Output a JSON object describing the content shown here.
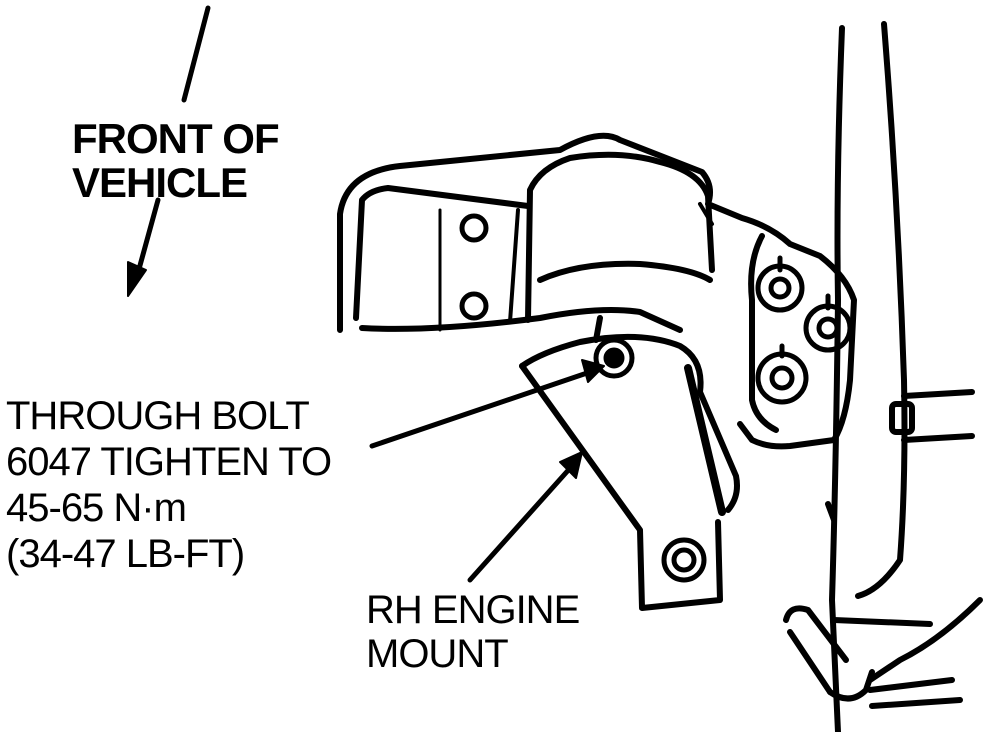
{
  "labels": {
    "front_of_vehicle": [
      "FRONT OF",
      "VEHICLE"
    ],
    "through_bolt": [
      "THROUGH BOLT",
      "6047 TIGHTEN TO",
      "45-65 N·m",
      "(34-47 LB-FT)"
    ],
    "rh_engine_mount": [
      "RH ENGINE",
      "MOUNT"
    ]
  },
  "colors": {
    "ink": "#000000",
    "paper": "#ffffff"
  }
}
